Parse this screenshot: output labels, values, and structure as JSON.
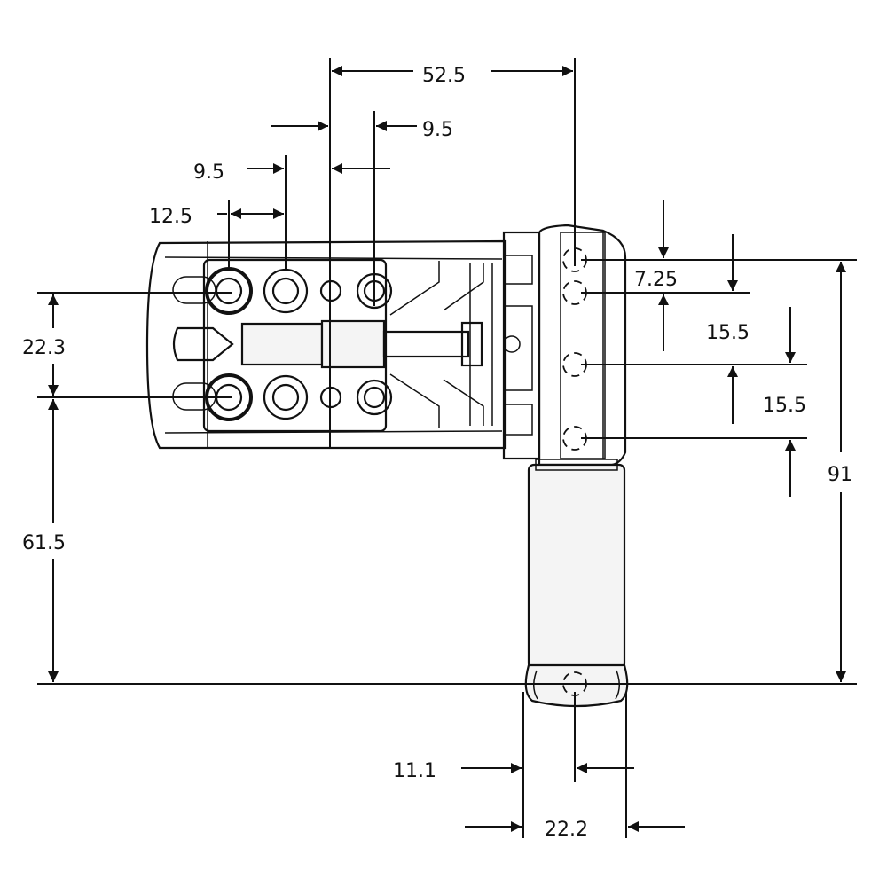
{
  "colors": {
    "line": "#111111",
    "fill": "#f4f4f4",
    "background": "#ffffff"
  },
  "dimensions": {
    "top_overall": "52.5",
    "top_right_spacing": "9.5",
    "top_left_spacing": "9.5",
    "top_left_offset": "12.5",
    "left_hole_spacing": "22.3",
    "left_lower": "61.5",
    "right_top_offset": "7.25",
    "right_spacing_1": "15.5",
    "right_spacing_2": "15.5",
    "right_overall": "91",
    "bottom_offset": "11.1",
    "bottom_width": "22.2"
  }
}
